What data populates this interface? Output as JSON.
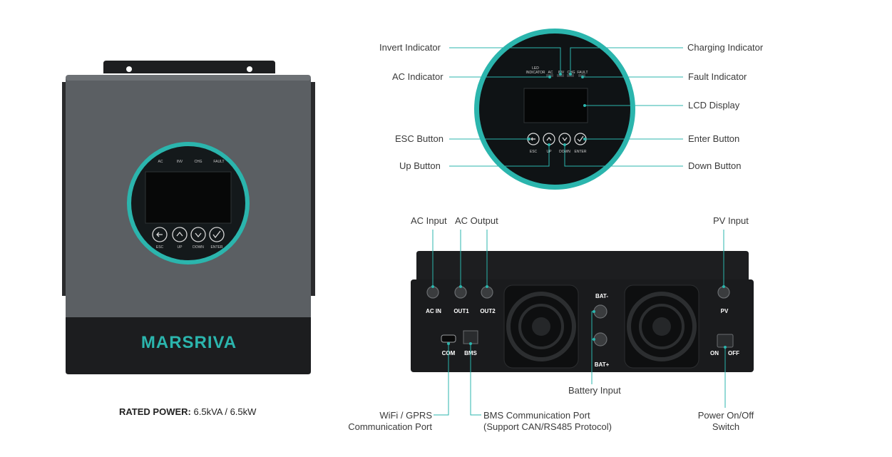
{
  "brand": "MARSRIVA",
  "rated_power": {
    "label": "RATED POWER:",
    "value": "6.5kVA / 6.5kW"
  },
  "front_panel": {
    "indicators": [
      "AC",
      "INV",
      "CHG",
      "FAULT"
    ],
    "buttons": [
      "ESC",
      "UP",
      "DOWN",
      "ENTER"
    ]
  },
  "zoom_panel": {
    "led_label_line1": "LED",
    "led_label_line2": "INDICATOR",
    "indicators": [
      "AC",
      "INV",
      "CHG",
      "FAULT"
    ],
    "buttons": [
      "ESC",
      "UP",
      "DOWN",
      "ENTER"
    ]
  },
  "callouts_top": {
    "invert_indicator": "Invert Indicator",
    "ac_indicator": "AC Indicator",
    "esc_button": "ESC Button",
    "up_button": "Up Button",
    "charging_indicator": "Charging Indicator",
    "fault_indicator": "Fault Indicator",
    "lcd_display": "LCD Display",
    "enter_button": "Enter Button",
    "down_button": "Down Button"
  },
  "back_panel": {
    "ports": {
      "ac_in": "AC IN",
      "out1": "OUT1",
      "out2": "OUT2",
      "pv": "PV",
      "com": "COM",
      "bms": "BMS",
      "bat_neg": "BAT-",
      "bat_pos": "BAT+",
      "on": "ON",
      "off": "OFF"
    }
  },
  "callouts_bottom": {
    "ac_input": "AC Input",
    "ac_output": "AC Output",
    "pv_input": "PV Input",
    "battery_input": "Battery Input",
    "wifi_line1": "WiFi / GPRS",
    "wifi_line2": "Communication Port",
    "bms_line1": "BMS Communication Port",
    "bms_line2": "(Support CAN/RS485 Protocol)",
    "power_line1": "Power On/Off",
    "power_line2": "Switch"
  },
  "colors": {
    "accent": "#2bb5ad",
    "body_grey": "#5b5f63",
    "dark": "#1c1d1f",
    "text": "#3a3a3a"
  }
}
